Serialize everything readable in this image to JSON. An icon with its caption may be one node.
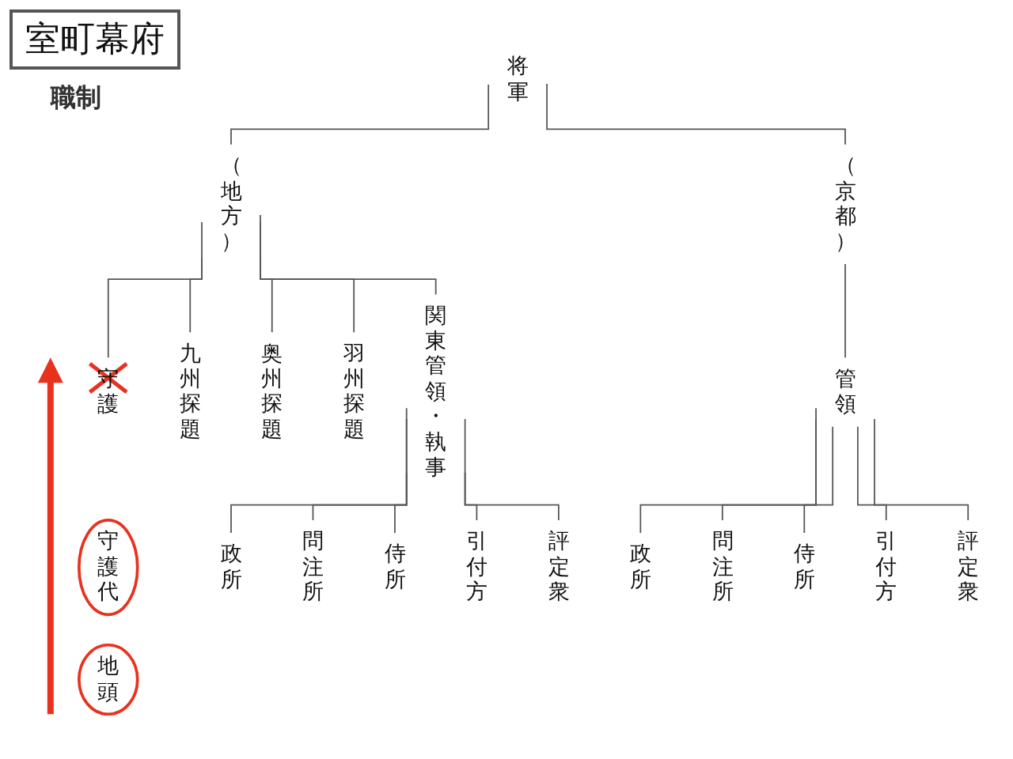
{
  "diagram": {
    "title": "室町幕府",
    "nodes": [
      {
        "text": [
          "将軍"
        ]
      },
      {
        "text": [
          "（地方）"
        ]
      },
      {
        "text": [
          "（京都）"
        ]
      },
      {
        "text": [
          "守護"
        ]
      },
      {
        "text": [
          "守護代"
        ]
      },
      {
        "text": [
          "地頭"
        ]
      },
      {
        "text": [
          "九州探題"
        ]
      },
      {
        "text": [
          "奥州探題"
        ]
      },
      {
        "text": [
          "羽州探題"
        ]
      },
      {
        "text": [
          "関東管領・執事"
        ]
      },
      {
        "text": [
          "管領"
        ]
      },
      {
        "text": [
          "政所"
        ]
      },
      {
        "text": [
          "問注所"
        ]
      },
      {
        "text": [
          "侍所"
        ]
      },
      {
        "text": [
          "引付方"
        ]
      },
      {
        "text": [
          "評定衆"
        ]
      },
      {
        "text": [
          "政所"
        ]
      },
      {
        "text": [
          "問注所"
        ]
      },
      {
        "text": [
          "侍所"
        ]
      },
      {
        "text": [
          "引付方"
        ]
      },
      {
        "text": [
          "評定衆"
        ]
      }
    ],
    "edges": [
      {
        "from": 0,
        "to": 1,
        "arrow": "none"
      },
      {
        "from": 0,
        "to": 2,
        "arrow": "none"
      },
      {
        "from": 1,
        "to": 3,
        "arrow": "none"
      },
      {
        "from": 1,
        "to": 6,
        "arrow": "none"
      },
      {
        "from": 1,
        "to": 7,
        "arrow": "none"
      },
      {
        "from": 1,
        "to": 8,
        "arrow": "none"
      },
      {
        "from": 1,
        "to": 9,
        "arrow": "none"
      },
      {
        "from": 2,
        "to": 10,
        "arrow": "none"
      },
      {
        "from": 9,
        "to": 11,
        "arrow": "none"
      },
      {
        "from": 9,
        "to": 12,
        "arrow": "none"
      },
      {
        "from": 9,
        "to": 13,
        "arrow": "none"
      },
      {
        "from": 9,
        "to": 14,
        "arrow": "none"
      },
      {
        "from": 9,
        "to": 15,
        "arrow": "none"
      },
      {
        "from": 10,
        "to": 16,
        "arrow": "none"
      },
      {
        "from": 10,
        "to": 17,
        "arrow": "none"
      },
      {
        "from": 10,
        "to": 18,
        "arrow": "none"
      },
      {
        "from": 10,
        "to": 19,
        "arrow": "none"
      },
      {
        "from": 10,
        "to": 20,
        "arrow": "none"
      }
    ],
    "labels": [
      "職制"
    ]
  }
}
